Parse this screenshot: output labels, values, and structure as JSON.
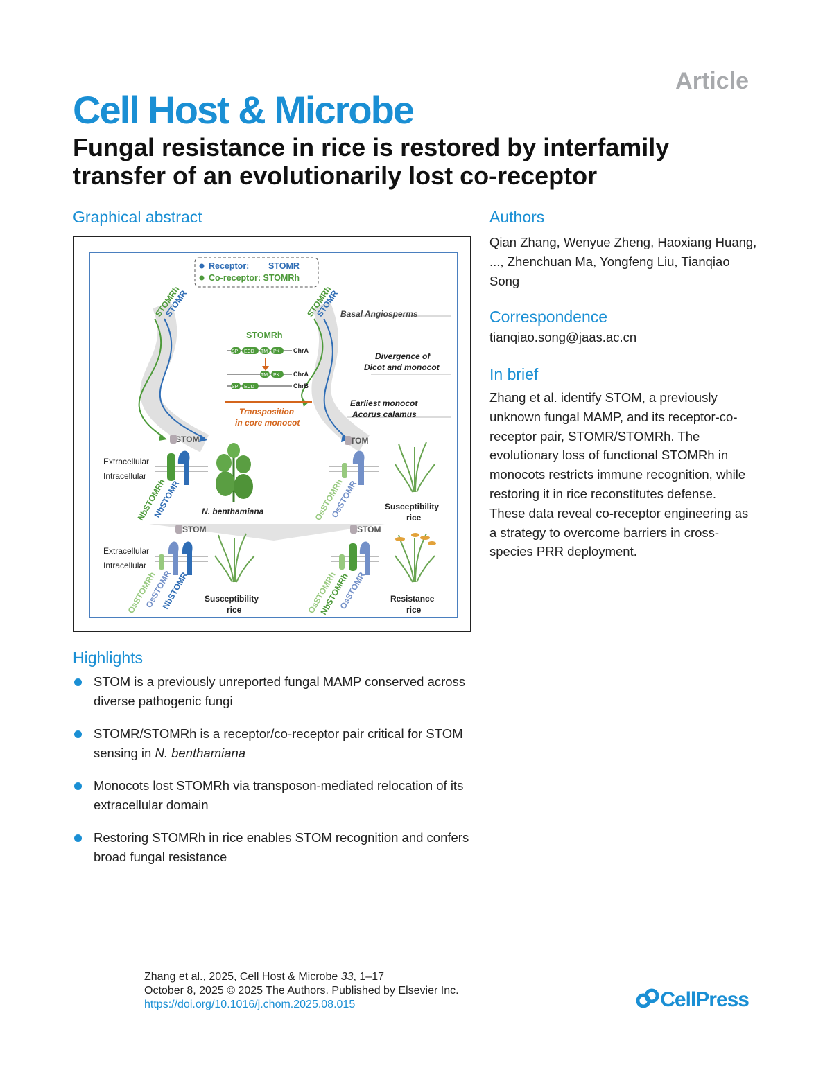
{
  "header": {
    "article_label": "Article",
    "journal": "Cell Host & Microbe",
    "title": "Fungal resistance in rice is restored by interfamily transfer of an evolutionarily lost co-receptor"
  },
  "sections": {
    "graphical_abstract": "Graphical abstract",
    "authors": "Authors",
    "correspondence": "Correspondence",
    "in_brief": "In brief",
    "highlights": "Highlights"
  },
  "authors_text": "Qian Zhang, Wenyue Zheng, Haoxiang Huang, ..., Zhenchuan Ma, Yongfeng Liu, Tianqiao Song",
  "correspondence_email": "tianqiao.song@jaas.ac.cn",
  "in_brief_text": "Zhang et al. identify STOM, a previously unknown fungal MAMP, and its receptor-co-receptor pair, STOMR/STOMRh. The evolutionary loss of functional STOMRh in monocots restricts immune recognition, while restoring it in rice reconstitutes defense. These data reveal co-receptor engineering as a strategy to overcome barriers in cross-species PRR deployment.",
  "highlights": [
    {
      "text": "STOM is a previously unreported fungal MAMP conserved across diverse pathogenic fungi"
    },
    {
      "text": "STOMR/STOMRh is a receptor/co-receptor pair critical for STOM sensing in ",
      "italic": "N. benthamiana"
    },
    {
      "text": "Monocots lost STOMRh via transposon-mediated relocation of its extracellular domain"
    },
    {
      "text": "Restoring STOMRh in rice enables STOM recognition and confers broad fungal resistance"
    }
  ],
  "graphical": {
    "legend_receptor_label": "Receptor:",
    "legend_receptor_value": "STOMR",
    "legend_coreceptor": "Co-receptor: STOMRh",
    "stomrh": "STOMRh",
    "stomr": "STOMR",
    "basal": "Basal Angiosperms",
    "divergence_1": "Divergence of",
    "divergence_2": "Dicot and monocot",
    "earliest_1": "Earliest monocot",
    "earliest_2": "Acorus calamus",
    "transposition_1": "Transposition",
    "transposition_2": "in core monocot",
    "domain_sp": "SP",
    "domain_ecd": "ECD",
    "domain_tm": "TM",
    "domain_pk": "PK",
    "chra": "ChrA",
    "chrb": "ChrB",
    "stom": "STOM",
    "extracellular": "Extracellular",
    "intracellular": "Intracellular",
    "nbstomrh": "NbSTOMRh",
    "nbstomr": "NbSTOMR",
    "osstomrh": "OsSTOMRh",
    "osstomr": "OsSTOMR",
    "n_benthamiana": "N. benthamiana",
    "susceptibility": "Susceptibility",
    "rice": "rice",
    "resistance": "Resistance"
  },
  "colors": {
    "brand_blue": "#1a8fd4",
    "receptor_blue": "#2f6db5",
    "coreceptor_green": "#4d9a3a",
    "transposition_orange": "#d4651c"
  },
  "footer": {
    "citation": "Zhang et al., 2025, Cell Host & Microbe ",
    "volume": "33",
    "pages": ", 1–17",
    "date_line": "October 8, 2025 © 2025 The Authors. Published by Elsevier Inc.",
    "doi": "https://doi.org/10.1016/j.chom.2025.08.015",
    "publisher": "CellPress"
  }
}
